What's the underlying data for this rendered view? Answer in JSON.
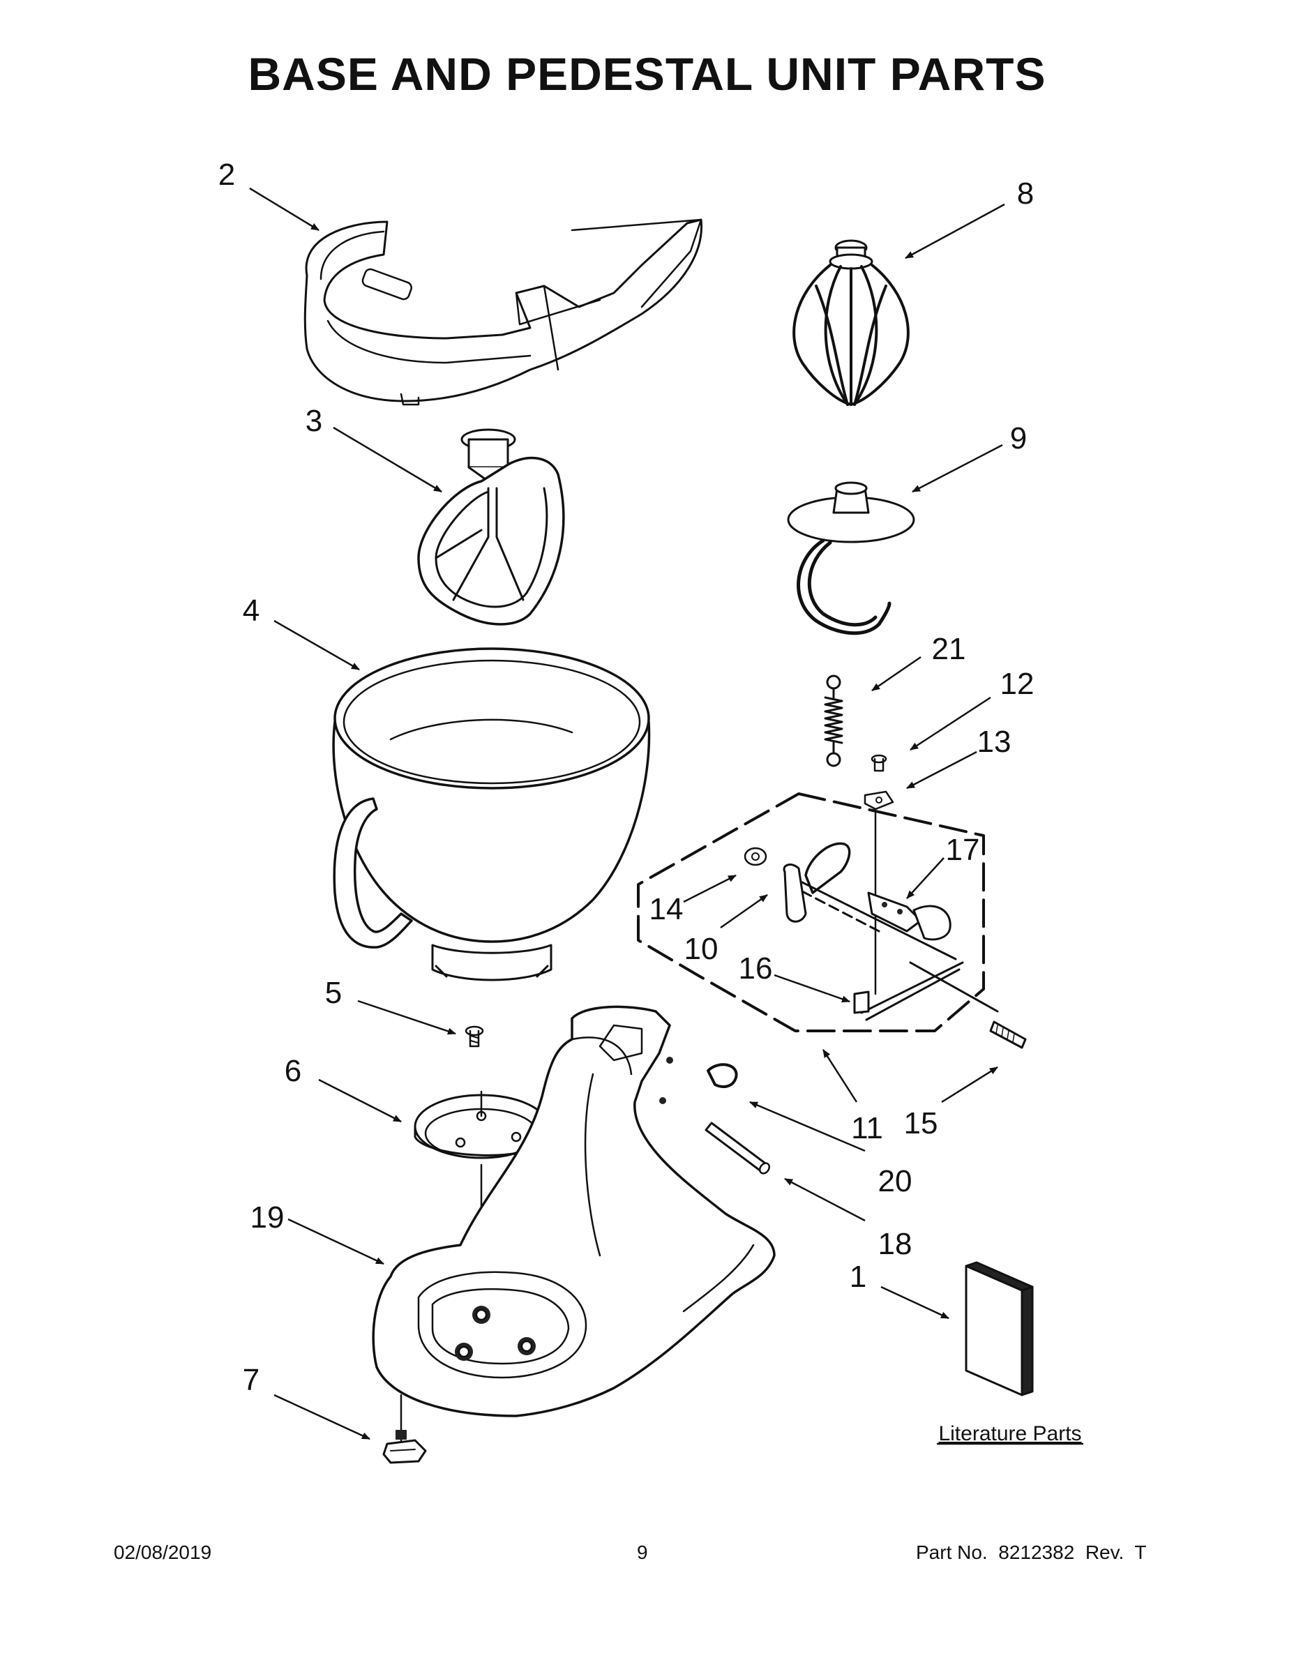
{
  "page": {
    "title": "BASE AND PEDESTAL UNIT PARTS"
  },
  "callouts": [
    "1",
    "2",
    "3",
    "4",
    "5",
    "6",
    "7",
    "8",
    "9",
    "10",
    "11",
    "12",
    "13",
    "14",
    "15",
    "16",
    "17",
    "18",
    "19",
    "20",
    "21"
  ],
  "literature_label": "Literature Parts",
  "footer": {
    "date": "02/08/2019",
    "page_number": "9",
    "part_number": "Part No.  8212382  Rev.  T"
  }
}
